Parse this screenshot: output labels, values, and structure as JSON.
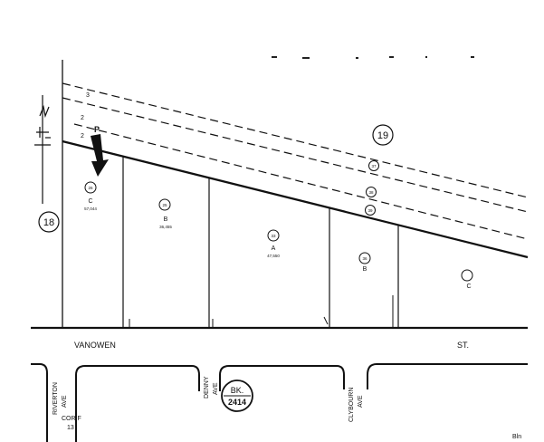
{
  "map": {
    "adjacent_parcel_left": "18",
    "adjacent_parcel_top": "19",
    "arrow_letter": "P",
    "street_labels": {
      "vanowen": "VANOWEN",
      "st": "ST.",
      "riverton": "RIVERTON",
      "riverton_suffix": "AVE",
      "denny": "DENNY",
      "denny_suffix": "AVE",
      "clybourn": "CLYBOURN",
      "clybourn_suffix": "AVE",
      "corner_code": "COR.F",
      "corner_number": "13"
    },
    "book": {
      "prefix": "BK.",
      "number": "2414"
    },
    "parcels": [
      {
        "number": "26",
        "letter": "C",
        "area": "57,044"
      },
      {
        "number": "25",
        "letter": "B",
        "area": "36,455"
      },
      {
        "number": "33",
        "letter": "A",
        "area": "47,550"
      },
      {
        "number": "36",
        "letter": "B",
        "area": ""
      },
      {
        "number": "",
        "letter": "C",
        "area": ""
      }
    ],
    "strip_parcels": [
      "37",
      "38",
      "39"
    ],
    "strip_numbers": [
      "3",
      "2"
    ],
    "corner_mark": "Bln"
  }
}
